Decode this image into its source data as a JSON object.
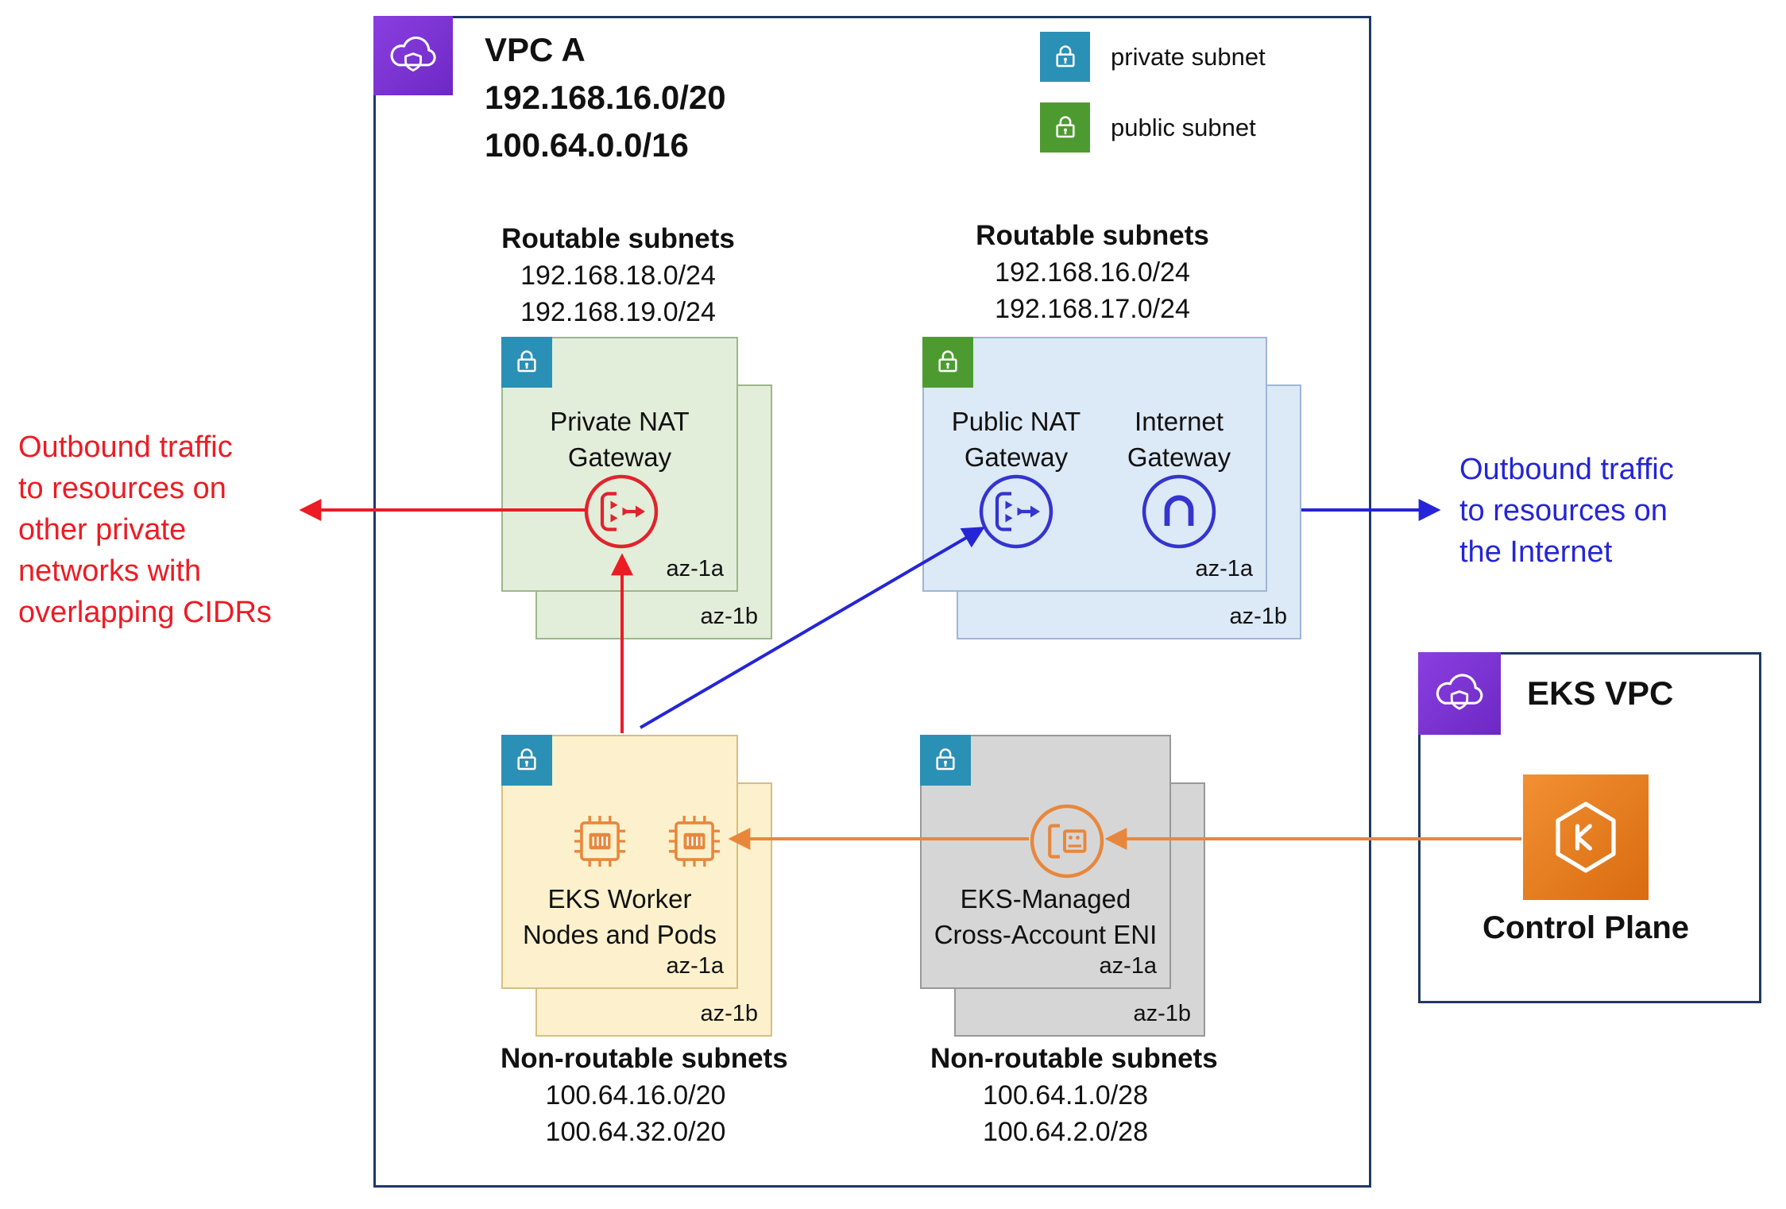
{
  "vpcA": {
    "title": "VPC A",
    "cidr1": "192.168.16.0/20",
    "cidr2": "100.64.0.0/16"
  },
  "legend": {
    "private_label": "private subnet",
    "public_label": "public subnet"
  },
  "routable_left": {
    "heading": "Routable subnets",
    "cidr1": "192.168.18.0/24",
    "cidr2": "192.168.19.0/24"
  },
  "routable_right": {
    "heading": "Routable subnets",
    "cidr1": "192.168.16.0/24",
    "cidr2": "192.168.17.0/24"
  },
  "private_nat_subnet": {
    "label_line1": "Private NAT",
    "label_line2": "Gateway",
    "az_front": "az-1a",
    "az_back": "az-1b"
  },
  "public_subnet": {
    "nat_line1": "Public NAT",
    "nat_line2": "Gateway",
    "igw_line1": "Internet",
    "igw_line2": "Gateway",
    "az_front": "az-1a",
    "az_back": "az-1b"
  },
  "worker_subnet": {
    "label_line1": "EKS Worker",
    "label_line2": "Nodes and Pods",
    "az_front": "az-1a",
    "az_back": "az-1b",
    "heading": "Non-routable subnets",
    "cidr1": "100.64.16.0/20",
    "cidr2": "100.64.32.0/20"
  },
  "eni_subnet": {
    "label_line1": "EKS-Managed",
    "label_line2": "Cross-Account ENI",
    "az_front": "az-1a",
    "az_back": "az-1b",
    "heading": "Non-routable subnets",
    "cidr1": "100.64.1.0/28",
    "cidr2": "100.64.2.0/28"
  },
  "eks_vpc": {
    "title": "EKS VPC",
    "control_plane_label": "Control Plane"
  },
  "annotation_red": {
    "lines": [
      "Outbound traffic",
      "to resources on",
      "other private",
      "networks with",
      "overlapping CIDRs"
    ]
  },
  "annotation_blue": {
    "lines": [
      "Outbound traffic",
      "to resources on",
      "the Internet"
    ]
  },
  "colors": {
    "vpc_border": "#1F3864",
    "red_accent": "#EC1C24",
    "blue_accent": "#2525D6",
    "orange_accent": "#E8873C",
    "private_badge": "#2B90B5",
    "public_badge": "#4D9B30",
    "purple_icon": "#7B35D6"
  }
}
